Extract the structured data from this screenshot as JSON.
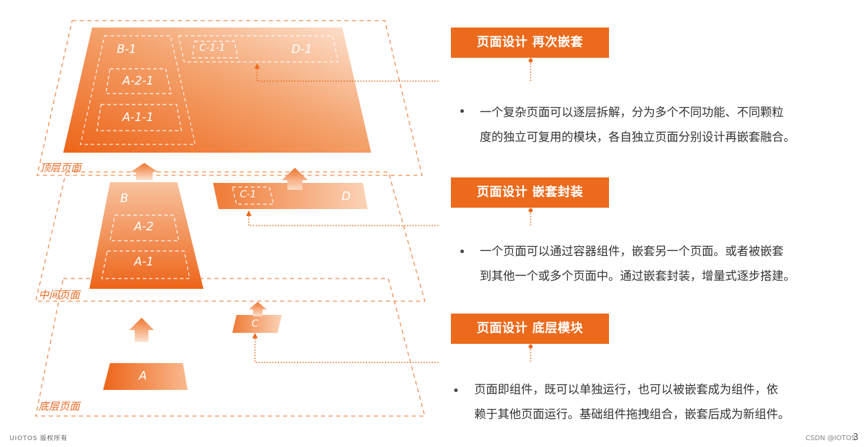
{
  "layers": {
    "top": "顶层页面",
    "middle": "中间页面",
    "bottom": "底层页面"
  },
  "blocks": {
    "b1": "B-1",
    "a21": "A-2-1",
    "a11": "A-1-1",
    "c11": "C-1-1",
    "d1": "D-1",
    "b": "B",
    "a2": "A-2",
    "a1": "A-1",
    "c1": "C-1",
    "d": "D",
    "c": "C",
    "a": "A"
  },
  "sections": [
    {
      "title": "页面设计 再次嵌套",
      "lines": [
        "一个复杂页面可以逐层拆解，分为多个不同功能、不同颗粒",
        "度的独立可复用的模块，各自独立页面分别设计再嵌套融合。"
      ]
    },
    {
      "title": "页面设计 嵌套封装",
      "lines": [
        "一个页面可以通过容器组件，嵌套另一个页面。或者被嵌套",
        "到其他一个或多个页面中。通过嵌套封装，增量式逐步搭建。"
      ]
    },
    {
      "title": "页面设计 底层模块",
      "lines": [
        "页面即组件，既可以单独运行，也可以被嵌套成为组件，依",
        "赖于其他页面运行。基础组件拖拽组合，嵌套后成为新组件。"
      ]
    }
  ],
  "bullet_symbol": "•",
  "footer": {
    "copyright": "UIOTOS 版权所有",
    "credit": "CSDN @IOTOS",
    "page_number": "3"
  },
  "colors": {
    "accent": "#ec6a1c",
    "dash": "#f08a4b"
  }
}
